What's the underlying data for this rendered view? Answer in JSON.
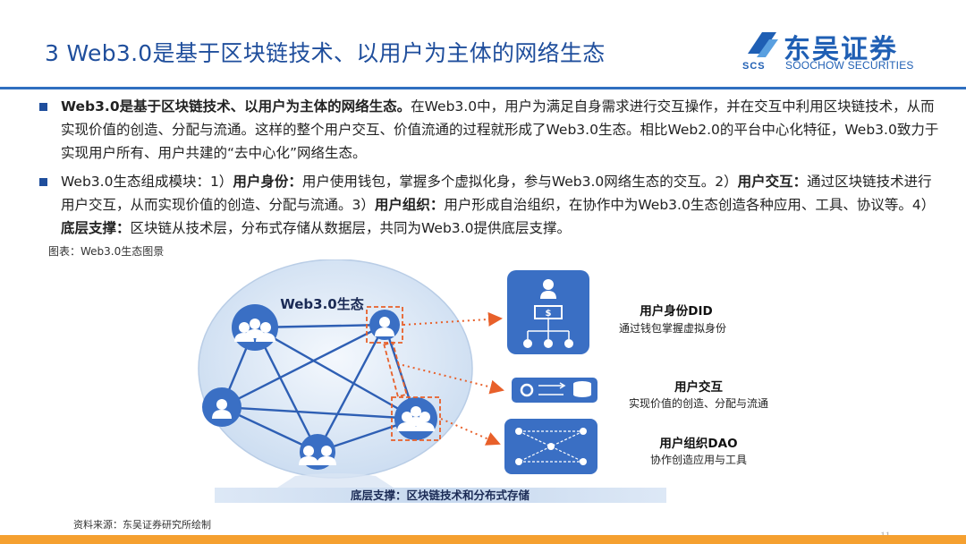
{
  "header": {
    "title": "3 Web3.0是基于区块链技术、以用户为主体的网络生态",
    "logo_cn": "东吴证券",
    "logo_en": "SOOCHOW SECURITIES",
    "logo_abbr": "SCS"
  },
  "bullets": [
    {
      "bold": "Web3.0是基于区块链技术、以用户为主体的网络生态。",
      "text": "在Web3.0中，用户为满足自身需求进行交互操作，并在交互中利用区块链技术，从而实现价值的创造、分配与流通。这样的整个用户交互、价值流通的过程就形成了Web3.0生态。相比Web2.0的平台中心化特征，Web3.0致力于实现用户所有、用户共建的“去中心化”网络生态。"
    },
    {
      "segments": [
        {
          "t": "Web3.0生态组成模块：1）",
          "b": false
        },
        {
          "t": "用户身份：",
          "b": true
        },
        {
          "t": "用户使用钱包，掌握多个虚拟化身，参与Web3.0网络生态的交互。2）",
          "b": false
        },
        {
          "t": "用户交互：",
          "b": true
        },
        {
          "t": "通过区块链技术进行用户交互，从而实现价值的创造、分配与流通。3）",
          "b": false
        },
        {
          "t": "用户组织：",
          "b": true
        },
        {
          "t": "用户形成自治组织，在协作中为Web3.0生态创造各种应用、工具、协议等。4）",
          "b": false
        },
        {
          "t": "底层支撑：",
          "b": true
        },
        {
          "t": "区块链从技术层，分布式存储从数据层，共同为Web3.0提供底层支撑。",
          "b": false
        }
      ]
    }
  ],
  "figure": {
    "caption": "图表：Web3.0生态图景",
    "ecosystem_label": "Web3.0生态",
    "base_label": "底层支撑：区块链技术和分布式存储",
    "modules": [
      {
        "title": "用户身份DID",
        "desc": "通过钱包掌握虚拟身份",
        "icon": "identity-icon"
      },
      {
        "title": "用户交互",
        "desc": "实现价值的创造、分配与流通",
        "icon": "interaction-icon"
      },
      {
        "title": "用户组织DAO",
        "desc": "协作创造应用与工具",
        "icon": "organization-icon"
      }
    ]
  },
  "footer": {
    "source": "资料来源：东吴证券研究所绘制",
    "page": "11"
  },
  "colors": {
    "brand_blue": "#1f4e9c",
    "node_blue": "#3a6fc4",
    "highlight_orange": "#e8602a",
    "bar_orange": "#f5a030"
  }
}
